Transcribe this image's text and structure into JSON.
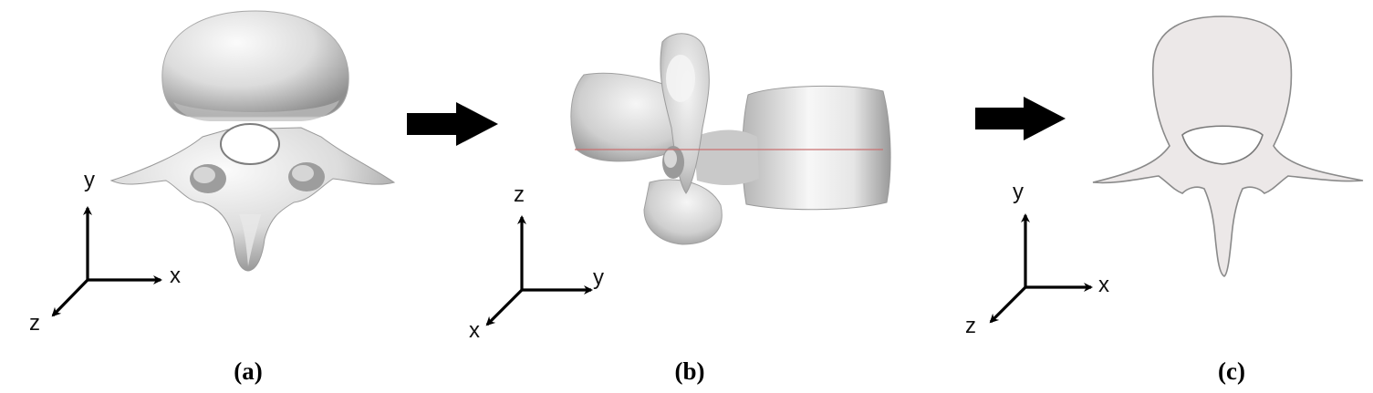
{
  "panels": [
    {
      "label": "(a)",
      "axes": {
        "up": "y",
        "right": "x",
        "diag": "z"
      }
    },
    {
      "label": "(b)",
      "axes": {
        "up": "z",
        "right": "y",
        "diag": "x"
      }
    },
    {
      "label": "(c)",
      "axes": {
        "up": "y",
        "right": "x",
        "diag": "z"
      }
    }
  ],
  "colors": {
    "bone_light": "#f7f7f7",
    "bone_shadow": "#8d8d8d",
    "section_fill": "#ece8e8",
    "section_edge": "#8a8a8a",
    "arrow": "#000000",
    "cut_line": "#c97070"
  }
}
